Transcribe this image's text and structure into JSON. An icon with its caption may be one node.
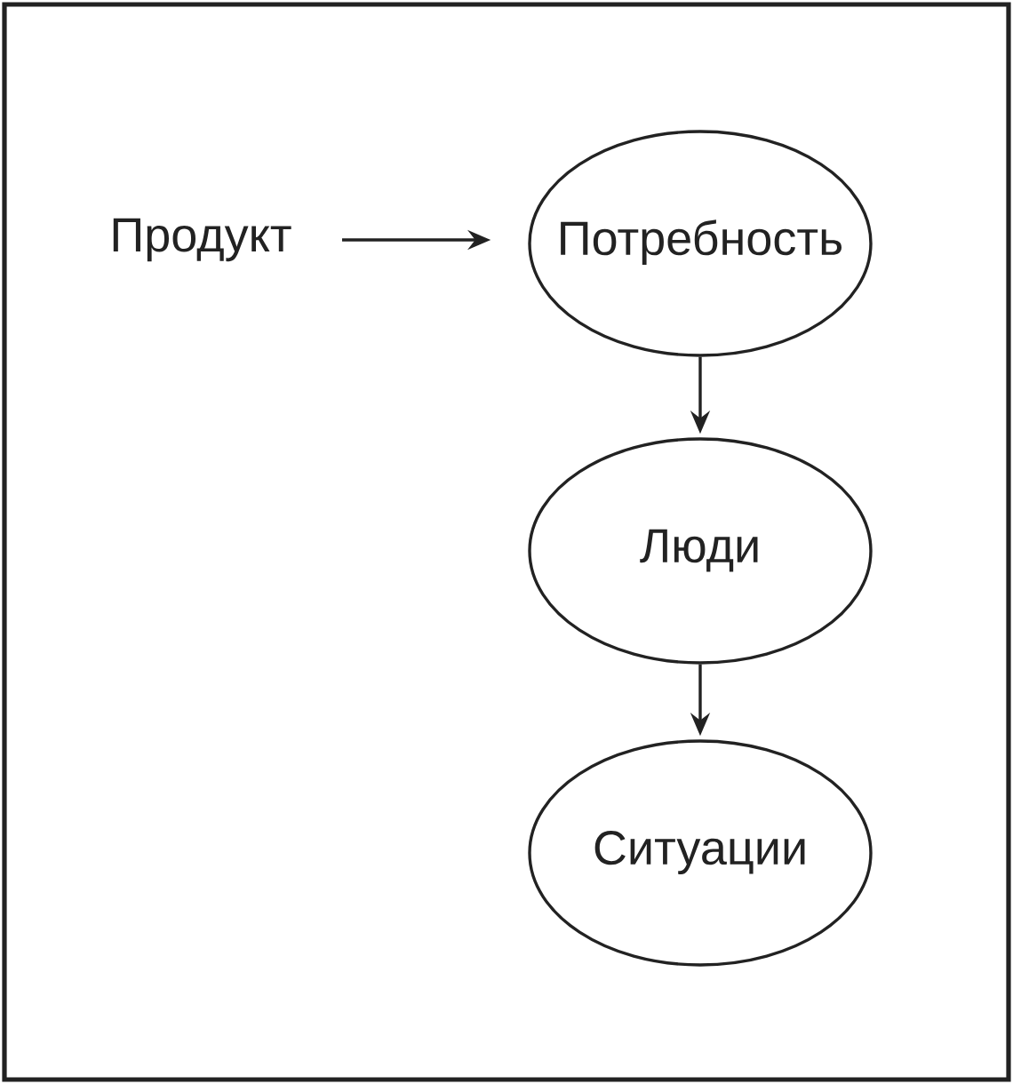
{
  "diagram": {
    "nodes": [
      {
        "text": [
          "Продукт"
        ]
      },
      {
        "text": [
          "Потребность"
        ]
      },
      {
        "text": [
          "Люди"
        ]
      },
      {
        "text": [
          "Ситуации"
        ]
      }
    ],
    "edges": [
      {
        "from": 0,
        "to": 1,
        "arrow": "to"
      },
      {
        "from": 1,
        "to": 2,
        "arrow": "to"
      },
      {
        "from": 2,
        "to": 3,
        "arrow": "to"
      }
    ]
  }
}
